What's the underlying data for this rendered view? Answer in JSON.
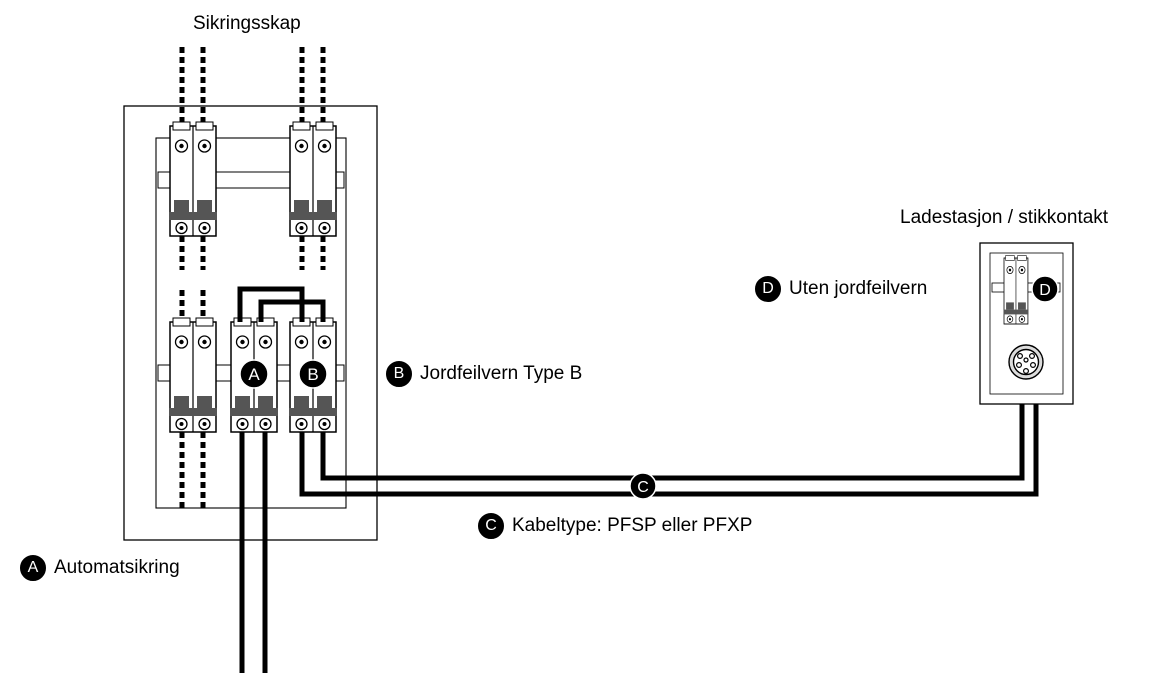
{
  "title": "Sikringsskap",
  "station_title": "Ladestasjon / stikkontakt",
  "legend": [
    {
      "letter": "A",
      "text": "Automatsikring"
    },
    {
      "letter": "B",
      "text": "Jordfeilvern Type B"
    },
    {
      "letter": "C",
      "text": "Kabeltype: PFSP eller PFXP"
    },
    {
      "letter": "D",
      "text": "Uten jordfeilvern"
    }
  ],
  "markers": [
    "A",
    "B",
    "C",
    "D"
  ]
}
